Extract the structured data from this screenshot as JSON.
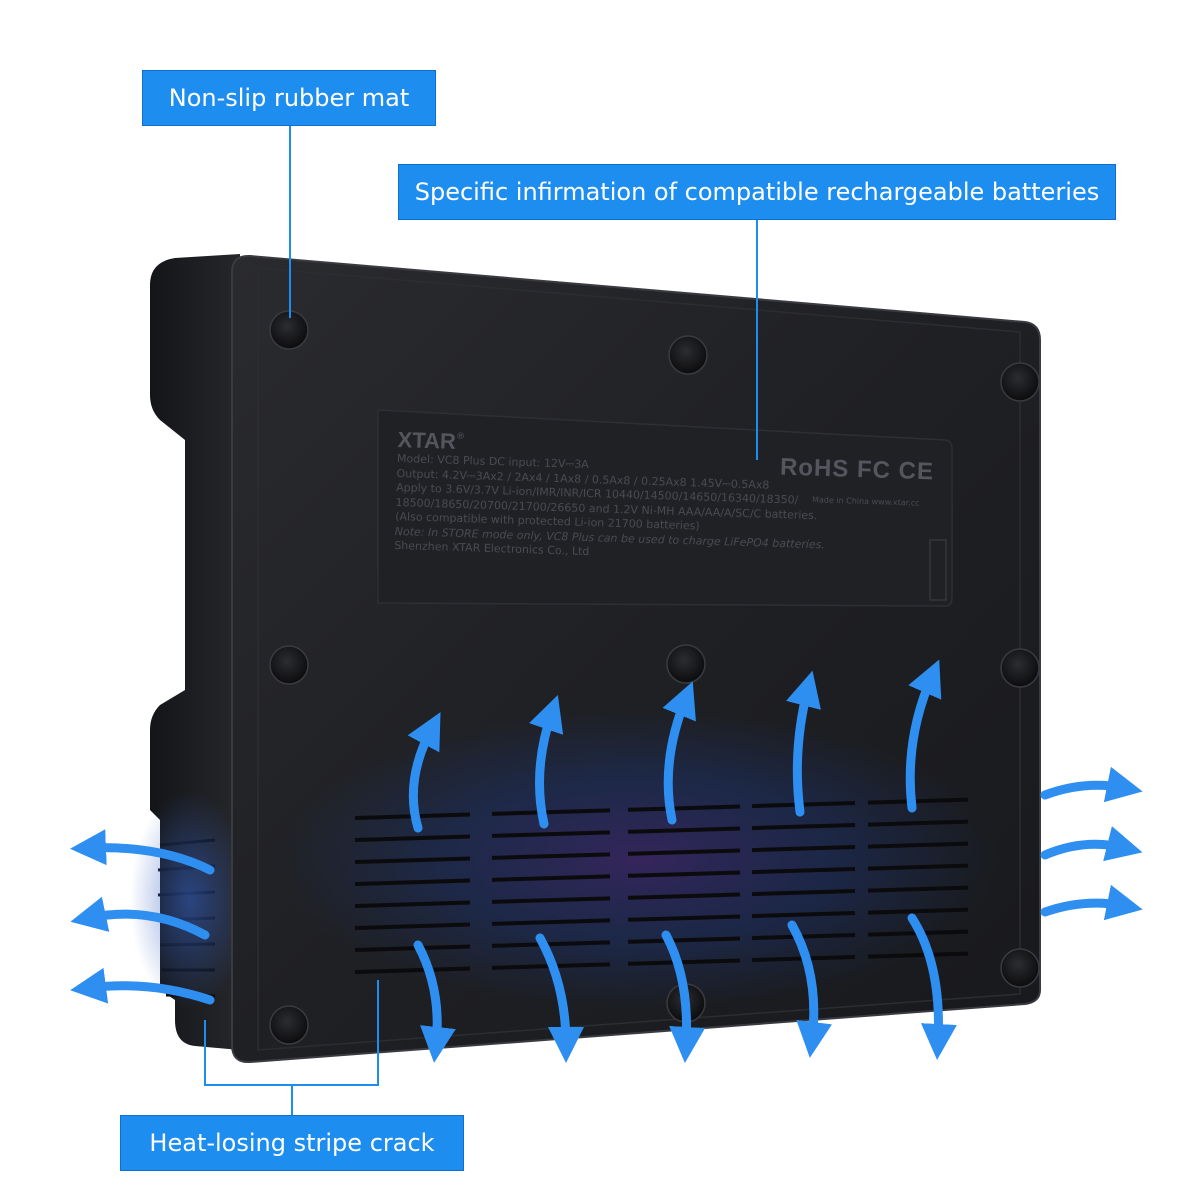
{
  "callouts": {
    "mat": "Non-slip rubber mat",
    "info": "Specific infirmation of compatible rechargeable batteries",
    "crack": "Heat-losing stripe crack"
  },
  "label": {
    "brand": "XTAR",
    "registered": "®",
    "lines": [
      "Model: VC8 Plus    DC input: 12V⎓3A",
      "Output: 4.2V⎓3Ax2 / 2Ax4 / 1Ax8 / 0.5Ax8 / 0.25Ax8    1.45V⎓0.5Ax8",
      "Apply to 3.6V/3.7V Li-ion/IMR/INR/ICR 10440/14500/14650/16340/18350/",
      "18500/18650/20700/21700/26650 and 1.2V Ni-MH AAA/AA/A/SC/C batteries.",
      "(Also compatible with protected Li-ion 21700 batteries)",
      "Note: In STORE mode only, VC8 Plus can be used to charge LiFePO4 batteries.",
      "Shenzhen XTAR Electronics Co., Ltd"
    ],
    "certs": "RoHS FC CE",
    "made_in": "Made in China   www.xtar.cc"
  },
  "colors": {
    "accent": "#1e8df0",
    "device": "#1c1d20",
    "arrow": "#2f8ff0"
  }
}
